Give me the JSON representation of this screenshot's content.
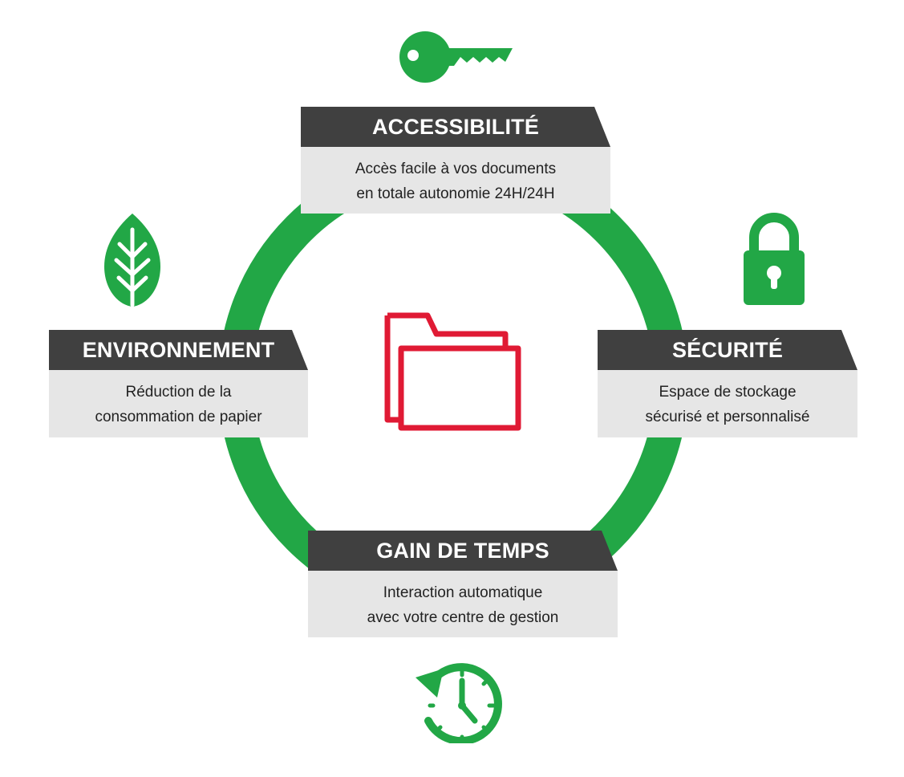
{
  "colors": {
    "ring": "#22a746",
    "header_bg": "#404040",
    "body_bg": "#e6e6e6",
    "folder": "#e01a34",
    "icon_green": "#22a746"
  },
  "center_icon": "folder-icon",
  "sections": {
    "accessibilite": {
      "title": "ACCESSIBILITÉ",
      "line1": "Accès facile à vos documents",
      "line2": "en totale autonomie 24H/24H",
      "icon": "key-icon"
    },
    "securite": {
      "title": "SÉCURITÉ",
      "line1": "Espace de stockage",
      "line2": "sécurisé et personnalisé",
      "icon": "padlock-icon"
    },
    "gain_de_temps": {
      "title": "GAIN DE TEMPS",
      "line1": "Interaction automatique",
      "line2": "avec votre centre de gestion",
      "icon": "clock-refresh-icon"
    },
    "environnement": {
      "title": "ENVIRONNEMENT",
      "line1": "Réduction de la",
      "line2": "consommation de papier",
      "icon": "leaf-icon"
    }
  }
}
